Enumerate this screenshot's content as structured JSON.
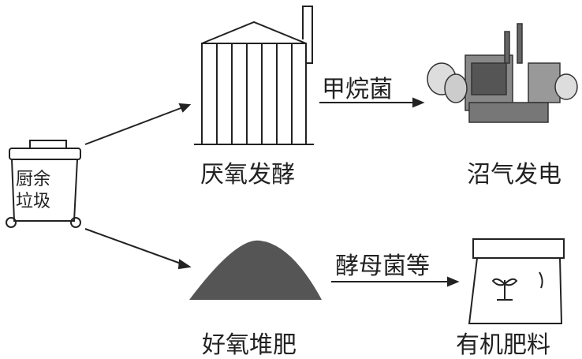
{
  "bin_label_line1": "厨余",
  "bin_label_line2": "垃圾",
  "anaerobic": "厌氧发酵",
  "methane_bacteria": "甲烷菌",
  "biogas_power": "沼气发电",
  "aerobic": "好氧堆肥",
  "yeast": "酵母菌等",
  "organic_fertilizer": "有机肥料"
}
